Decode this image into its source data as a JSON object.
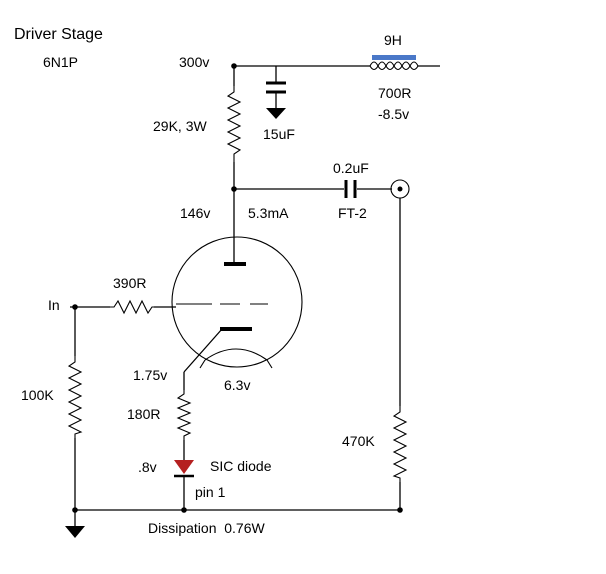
{
  "title": "Driver Stage",
  "tube": "6N1P",
  "labels": {
    "supply_voltage": "300v",
    "choke": "9H",
    "choke_resistance": "700R",
    "choke_drop": "-8.5v",
    "plate_resistor": "29K, 3W",
    "bypass_cap": "15uF",
    "coupling_cap": "0.2uF",
    "coupling_cap_type": "FT-2",
    "plate_voltage": "146v",
    "plate_current": "5.3mA",
    "grid_stopper": "390R",
    "input": "In",
    "grid_resistor": "100K",
    "cathode_voltage": "1.75v",
    "heater_voltage": "6.3v",
    "cathode_resistor": "180R",
    "diode_voltage": ".8v",
    "diode": "SIC diode",
    "pin": "pin 1",
    "output_resistor": "470K",
    "dissipation": "Dissipation  0.76W"
  },
  "colors": {
    "ink": "#000000",
    "diode": "#b52020",
    "choke_core": "#4a78c8"
  }
}
